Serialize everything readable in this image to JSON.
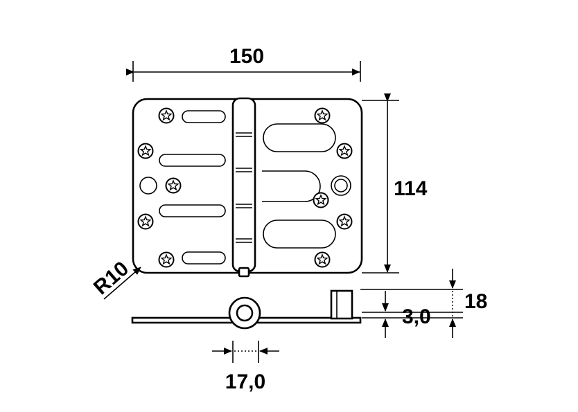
{
  "dimensions": {
    "width": "150",
    "height": "114",
    "radius": "R10",
    "thickness": "3,0",
    "total_height": "18",
    "knuckle": "17,0"
  },
  "colors": {
    "line": "#000000",
    "background": "#ffffff"
  }
}
